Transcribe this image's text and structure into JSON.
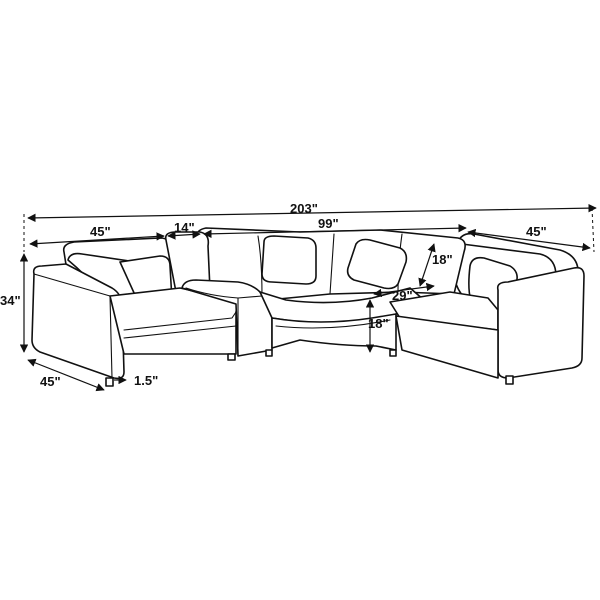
{
  "dimensions": {
    "overall_width": "203\"",
    "left_section_width": "45\"",
    "connector_width": "14\"",
    "curve_width": "99\"",
    "right_section_width": "45\"",
    "height": "34\"",
    "depth": "45\"",
    "leg_height": "1.5\"",
    "back_height": "18\"",
    "seat_depth": "29\"",
    "seat_height": "18\""
  }
}
